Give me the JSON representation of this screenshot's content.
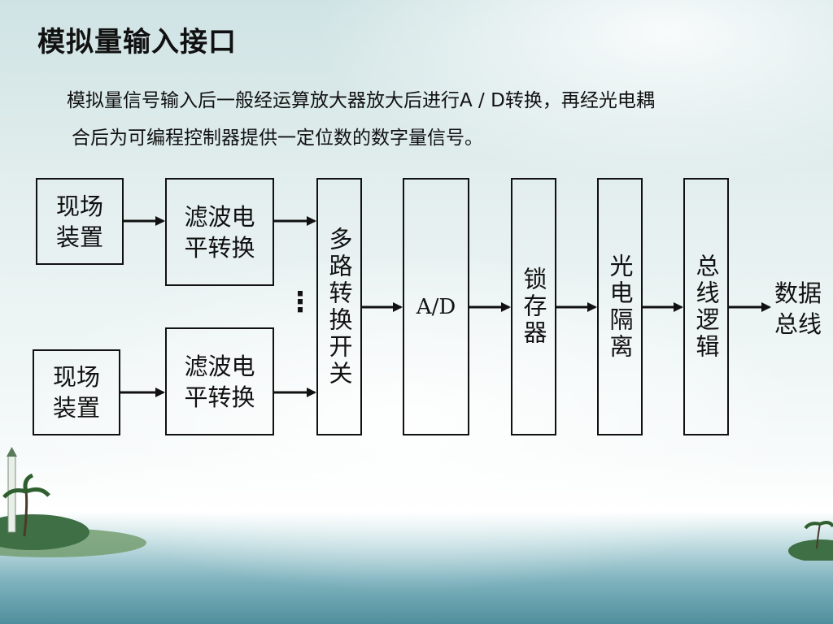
{
  "slide": {
    "title": "模拟量输入接口",
    "paragraph_line1": "模拟量信号输入后一般经运算放大器放大后进行A / D转换，再经光电耦",
    "paragraph_line2": "合后为可编程控制器提供一定位数的数字量信号。"
  },
  "diagram": {
    "field_device_1": "现场\n装置",
    "field_device_2": "现场\n装置",
    "filter_1": "滤波电\n平转换",
    "filter_2": "滤波电\n平转换",
    "ellipsis": "⋮",
    "mux_switch": "多路转换开关",
    "ad": "A/D",
    "latch": "锁存器",
    "opto_isolation": "光电隔离",
    "bus_logic": "总线逻辑",
    "data_bus": "数据\n总线"
  },
  "colors": {
    "line": "#111111",
    "sky": "#cfe3e4",
    "water": "#4f8f9d"
  }
}
